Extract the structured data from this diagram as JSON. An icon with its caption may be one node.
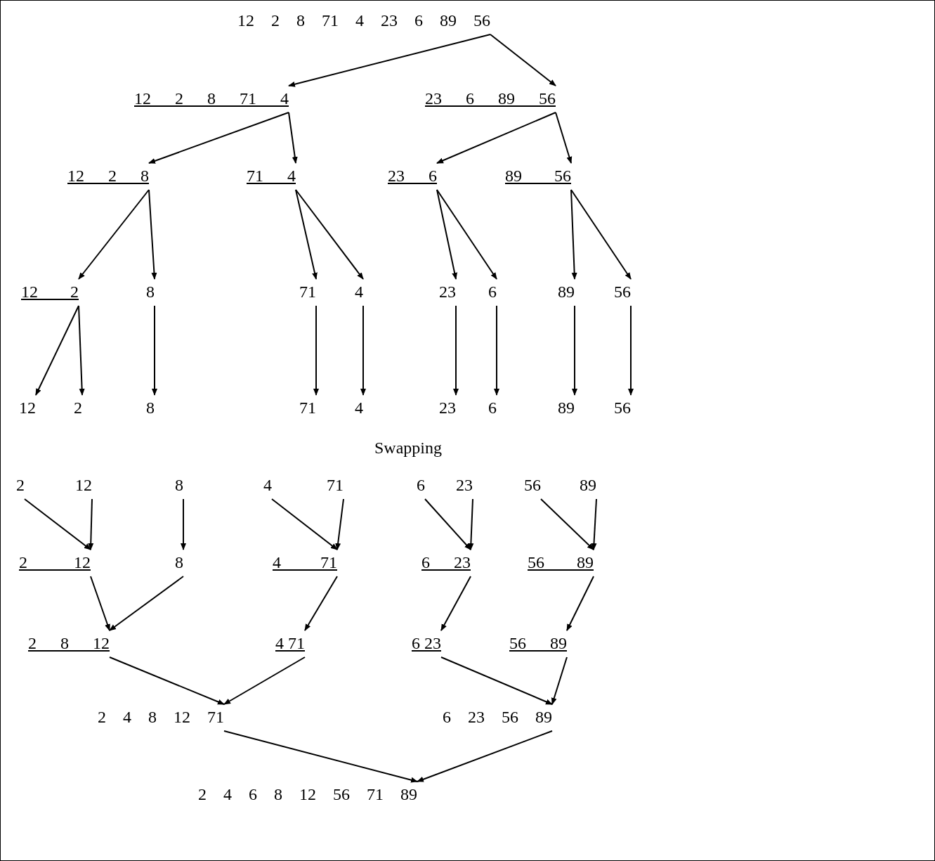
{
  "diagram": {
    "nodes": [
      {
        "text": [
          "12 2 8 71 4 23 6 89 56"
        ]
      },
      {
        "text": [
          "12 2 8 71 4"
        ]
      },
      {
        "text": [
          "23 6 89 56"
        ]
      },
      {
        "text": [
          "12 2 8"
        ]
      },
      {
        "text": [
          "71 4"
        ]
      },
      {
        "text": [
          "23 6"
        ]
      },
      {
        "text": [
          "89 56"
        ]
      },
      {
        "text": [
          "12 2"
        ]
      },
      {
        "text": [
          "8"
        ]
      },
      {
        "text": [
          "71"
        ]
      },
      {
        "text": [
          "4"
        ]
      },
      {
        "text": [
          "23"
        ]
      },
      {
        "text": [
          "6"
        ]
      },
      {
        "text": [
          "89"
        ]
      },
      {
        "text": [
          "56"
        ]
      },
      {
        "text": [
          "12"
        ]
      },
      {
        "text": [
          "2"
        ]
      },
      {
        "text": [
          "8"
        ]
      },
      {
        "text": [
          "71"
        ]
      },
      {
        "text": [
          "4"
        ]
      },
      {
        "text": [
          "23"
        ]
      },
      {
        "text": [
          "6"
        ]
      },
      {
        "text": [
          "89"
        ]
      },
      {
        "text": [
          "56"
        ]
      },
      {
        "text": [
          "2"
        ]
      },
      {
        "text": [
          "12"
        ]
      },
      {
        "text": [
          "8"
        ]
      },
      {
        "text": [
          "4"
        ]
      },
      {
        "text": [
          "71"
        ]
      },
      {
        "text": [
          "6"
        ]
      },
      {
        "text": [
          "23"
        ]
      },
      {
        "text": [
          "56"
        ]
      },
      {
        "text": [
          "89"
        ]
      },
      {
        "text": [
          "2 12"
        ]
      },
      {
        "text": [
          "8"
        ]
      },
      {
        "text": [
          "4 71"
        ]
      },
      {
        "text": [
          "6 23"
        ]
      },
      {
        "text": [
          "56 89"
        ]
      },
      {
        "text": [
          "2 8 12"
        ]
      },
      {
        "text": [
          "4 71"
        ]
      },
      {
        "text": [
          "6 23"
        ]
      },
      {
        "text": [
          "56 89"
        ]
      },
      {
        "text": [
          "2 4 8 12 71"
        ]
      },
      {
        "text": [
          "6 23 56 89"
        ]
      },
      {
        "text": [
          "2 4 6 8 12 56 71 89"
        ]
      }
    ],
    "edges": [
      {
        "from": 0,
        "to": 1,
        "arrow": "to"
      },
      {
        "from": 0,
        "to": 2,
        "arrow": "to"
      },
      {
        "from": 1,
        "to": 3,
        "arrow": "to"
      },
      {
        "from": 1,
        "to": 4,
        "arrow": "to"
      },
      {
        "from": 2,
        "to": 5,
        "arrow": "to"
      },
      {
        "from": 2,
        "to": 6,
        "arrow": "to"
      },
      {
        "from": 3,
        "to": 7,
        "arrow": "to"
      },
      {
        "from": 3,
        "to": 8,
        "arrow": "to"
      },
      {
        "from": 4,
        "to": 9,
        "arrow": "to"
      },
      {
        "from": 4,
        "to": 10,
        "arrow": "to"
      },
      {
        "from": 5,
        "to": 11,
        "arrow": "to"
      },
      {
        "from": 5,
        "to": 12,
        "arrow": "to"
      },
      {
        "from": 6,
        "to": 13,
        "arrow": "to"
      },
      {
        "from": 6,
        "to": 14,
        "arrow": "to"
      },
      {
        "from": 7,
        "to": 15,
        "arrow": "to"
      },
      {
        "from": 7,
        "to": 16,
        "arrow": "to"
      },
      {
        "from": 8,
        "to": 17,
        "arrow": "to"
      },
      {
        "from": 9,
        "to": 18,
        "arrow": "to"
      },
      {
        "from": 10,
        "to": 19,
        "arrow": "to"
      },
      {
        "from": 11,
        "to": 20,
        "arrow": "to"
      },
      {
        "from": 12,
        "to": 21,
        "arrow": "to"
      },
      {
        "from": 13,
        "to": 22,
        "arrow": "to"
      },
      {
        "from": 14,
        "to": 23,
        "arrow": "to"
      },
      {
        "from": 24,
        "to": 33,
        "arrow": "to"
      },
      {
        "from": 25,
        "to": 33,
        "arrow": "to"
      },
      {
        "from": 26,
        "to": 34,
        "arrow": "to"
      },
      {
        "from": 27,
        "to": 35,
        "arrow": "to"
      },
      {
        "from": 28,
        "to": 35,
        "arrow": "to"
      },
      {
        "from": 29,
        "to": 36,
        "arrow": "to"
      },
      {
        "from": 30,
        "to": 36,
        "arrow": "to"
      },
      {
        "from": 31,
        "to": 37,
        "arrow": "to"
      },
      {
        "from": 32,
        "to": 37,
        "arrow": "to"
      },
      {
        "from": 33,
        "to": 38,
        "arrow": "to"
      },
      {
        "from": 34,
        "to": 38,
        "arrow": "to"
      },
      {
        "from": 35,
        "to": 39,
        "arrow": "to"
      },
      {
        "from": 36,
        "to": 40,
        "arrow": "to"
      },
      {
        "from": 37,
        "to": 41,
        "arrow": "to"
      },
      {
        "from": 38,
        "to": 42,
        "arrow": "to"
      },
      {
        "from": 39,
        "to": 42,
        "arrow": "to"
      },
      {
        "from": 40,
        "to": 43,
        "arrow": "to"
      },
      {
        "from": 41,
        "to": 43,
        "arrow": "to"
      },
      {
        "from": 42,
        "to": 44,
        "arrow": "to"
      },
      {
        "from": 43,
        "to": 44,
        "arrow": "to"
      }
    ],
    "labels": [
      "Swapping"
    ]
  }
}
